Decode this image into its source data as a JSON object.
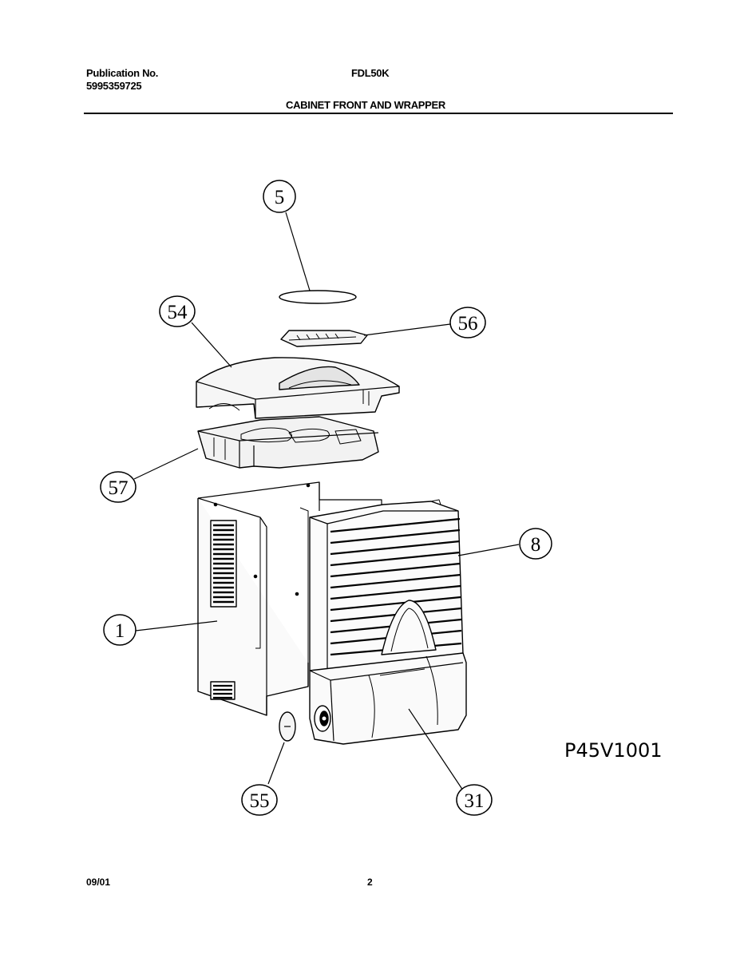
{
  "header": {
    "publication_label": "Publication No.",
    "publication_number": "5995359725",
    "model": "FDL50K",
    "section_title": "CABINET FRONT AND WRAPPER"
  },
  "diagram": {
    "drawing_id": "P45V1001",
    "callouts": [
      {
        "id": "callout-5",
        "label": "5"
      },
      {
        "id": "callout-54",
        "label": "54"
      },
      {
        "id": "callout-56",
        "label": "56"
      },
      {
        "id": "callout-57",
        "label": "57"
      },
      {
        "id": "callout-8",
        "label": "8"
      },
      {
        "id": "callout-1",
        "label": "1"
      },
      {
        "id": "callout-55",
        "label": "55"
      },
      {
        "id": "callout-31",
        "label": "31"
      }
    ]
  },
  "footer": {
    "date": "09/01",
    "page": "2"
  }
}
